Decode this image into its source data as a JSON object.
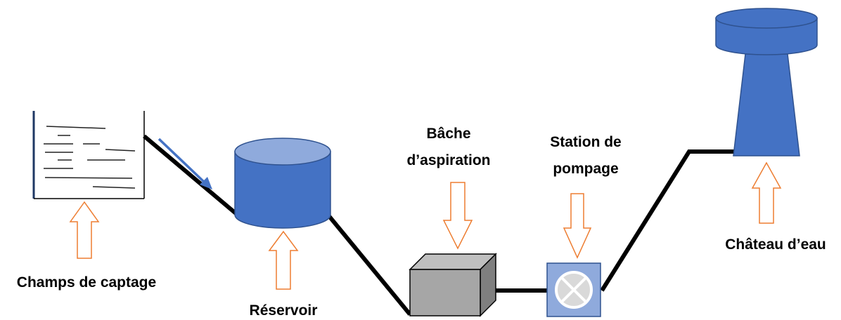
{
  "labels": {
    "champs_de_captage": "Champs de captage",
    "reservoir": "Réservoir",
    "bache_line1": "Bâche",
    "bache_line2": "d’aspiration",
    "station_line1": "Station de",
    "station_line2": "pompage",
    "chateau_d_eau": "Château d’eau"
  },
  "colors": {
    "pipe": "#000000",
    "water_blue": "#4472C4",
    "water_top": "#8FAADC",
    "arrow_outline": "#ED7D31",
    "flow_arrow": "#4472C4",
    "box_front": "#A6A6A6",
    "pump_bg": "#8FAADC"
  },
  "icons": {
    "field": "water-field-icon",
    "reservoir": "cylinder-tank-icon",
    "suction_tank": "box-tank-icon",
    "pump": "pump-symbol-icon",
    "water_tower": "water-tower-icon"
  }
}
